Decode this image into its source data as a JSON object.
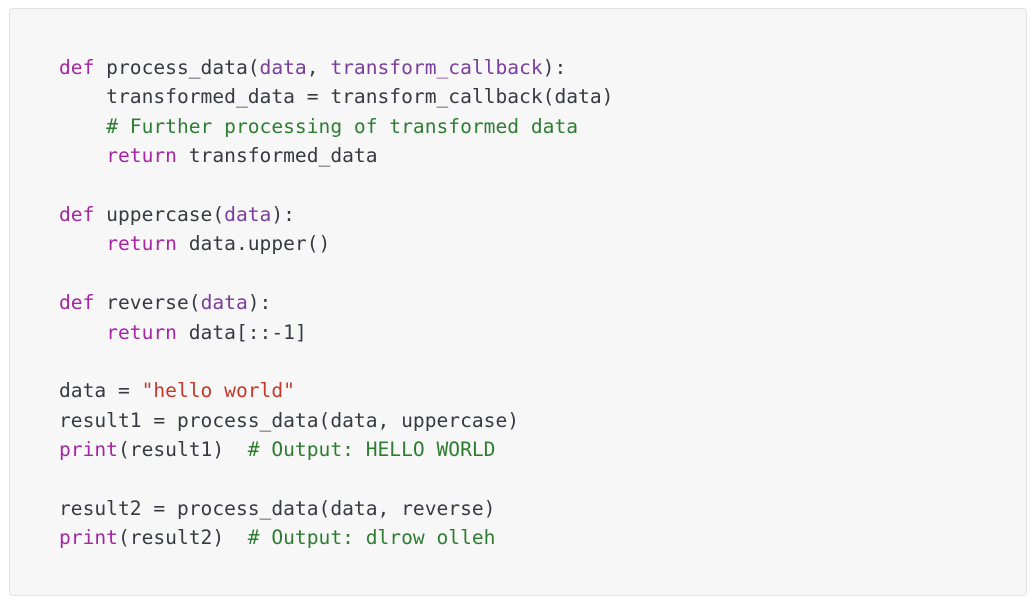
{
  "colors": {
    "background": "#f7f7f7",
    "border": "#e3e3e3",
    "text": "#383a42",
    "keyword": "#a626a4",
    "param": "#7a3e9d",
    "string": "#c0392b",
    "comment": "#2e7d32"
  },
  "code": {
    "language": "python",
    "lines": [
      [
        {
          "t": "keyword",
          "v": "def"
        },
        {
          "t": "plain",
          "v": " process_data("
        },
        {
          "t": "param",
          "v": "data"
        },
        {
          "t": "plain",
          "v": ", "
        },
        {
          "t": "param",
          "v": "transform_callback"
        },
        {
          "t": "plain",
          "v": "):"
        }
      ],
      [
        {
          "t": "plain",
          "v": "    transformed_data = transform_callback(data)"
        }
      ],
      [
        {
          "t": "plain",
          "v": "    "
        },
        {
          "t": "comment",
          "v": "# Further processing of transformed data"
        }
      ],
      [
        {
          "t": "plain",
          "v": "    "
        },
        {
          "t": "keyword",
          "v": "return"
        },
        {
          "t": "plain",
          "v": " transformed_data"
        }
      ],
      [],
      [
        {
          "t": "keyword",
          "v": "def"
        },
        {
          "t": "plain",
          "v": " uppercase("
        },
        {
          "t": "param",
          "v": "data"
        },
        {
          "t": "plain",
          "v": "):"
        }
      ],
      [
        {
          "t": "plain",
          "v": "    "
        },
        {
          "t": "keyword",
          "v": "return"
        },
        {
          "t": "plain",
          "v": " data.upper()"
        }
      ],
      [],
      [
        {
          "t": "keyword",
          "v": "def"
        },
        {
          "t": "plain",
          "v": " reverse("
        },
        {
          "t": "param",
          "v": "data"
        },
        {
          "t": "plain",
          "v": "):"
        }
      ],
      [
        {
          "t": "plain",
          "v": "    "
        },
        {
          "t": "keyword",
          "v": "return"
        },
        {
          "t": "plain",
          "v": " data[::-"
        },
        {
          "t": "number",
          "v": "1"
        },
        {
          "t": "plain",
          "v": "]"
        }
      ],
      [],
      [
        {
          "t": "plain",
          "v": "data = "
        },
        {
          "t": "string",
          "v": "\"hello world\""
        }
      ],
      [
        {
          "t": "plain",
          "v": "result1 = process_data(data, uppercase)"
        }
      ],
      [
        {
          "t": "builtin",
          "v": "print"
        },
        {
          "t": "plain",
          "v": "(result1)  "
        },
        {
          "t": "comment",
          "v": "# Output: HELLO WORLD"
        }
      ],
      [],
      [
        {
          "t": "plain",
          "v": "result2 = process_data(data, reverse)"
        }
      ],
      [
        {
          "t": "builtin",
          "v": "print"
        },
        {
          "t": "plain",
          "v": "(result2)  "
        },
        {
          "t": "comment",
          "v": "# Output: dlrow olleh"
        }
      ]
    ]
  }
}
